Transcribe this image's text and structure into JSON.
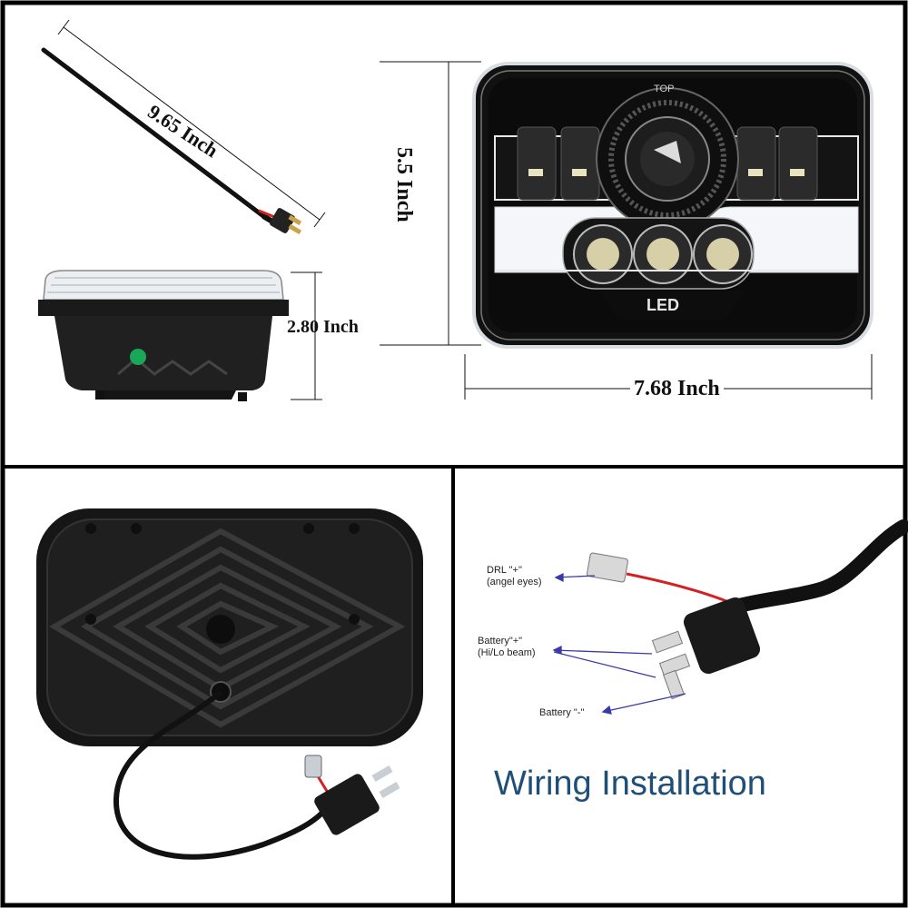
{
  "dimensions": {
    "cable_length": "9.65 Inch",
    "depth": "2.80 Inch",
    "height": "5.5 Inch",
    "width": "7.68 Inch"
  },
  "headlight_front": {
    "top_marking": "TOP",
    "badge": "LED"
  },
  "wiring": {
    "title": "Wiring Installation",
    "drl_line1": "DRL \"+\"",
    "drl_line2": "(angel eyes)",
    "battery_plus_line1": "Battery\"+\"",
    "battery_plus_line2": "(Hi/Lo beam)",
    "battery_minus": "Battery \"-\""
  },
  "colors": {
    "border": "#000000",
    "housing": "#1c1c1c",
    "title_blue": "#1f4e79",
    "arrow_blue": "#3a3aa8",
    "wire_red": "#d42020"
  }
}
